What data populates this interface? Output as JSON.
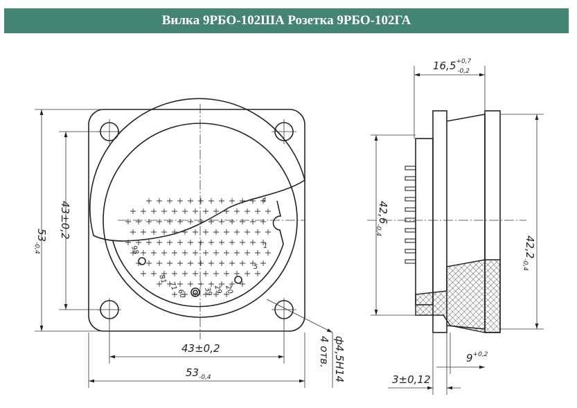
{
  "title": "Вилка 9РБО-102ША Розетка 9РБО-102ГА",
  "front_view": {
    "dim_height_outer": "53",
    "dim_height_outer_tol": "-0,4",
    "dim_height_holes": "43±0,2",
    "dim_width_holes": "43±0,2",
    "dim_width_outer": "53",
    "dim_width_outer_tol": "-0,4",
    "holes_count": "4 отв.",
    "hole_diameter": "ф4,5H14",
    "pin_labels": [
      "4",
      "1",
      "5",
      "20",
      "29",
      "39",
      "60",
      "71",
      "81",
      "98"
    ]
  },
  "side_view": {
    "dim_length": "16,5",
    "dim_length_tol_upper": "+0,7",
    "dim_length_tol_lower": "-0,2",
    "dim_height_left": "42,6",
    "dim_height_left_tol": "-0,4",
    "dim_height_right": "42,2",
    "dim_height_right_tol": "-0,4",
    "dim_flange": "9",
    "dim_flange_tol": "+0,2",
    "dim_thickness": "3±0,12"
  }
}
